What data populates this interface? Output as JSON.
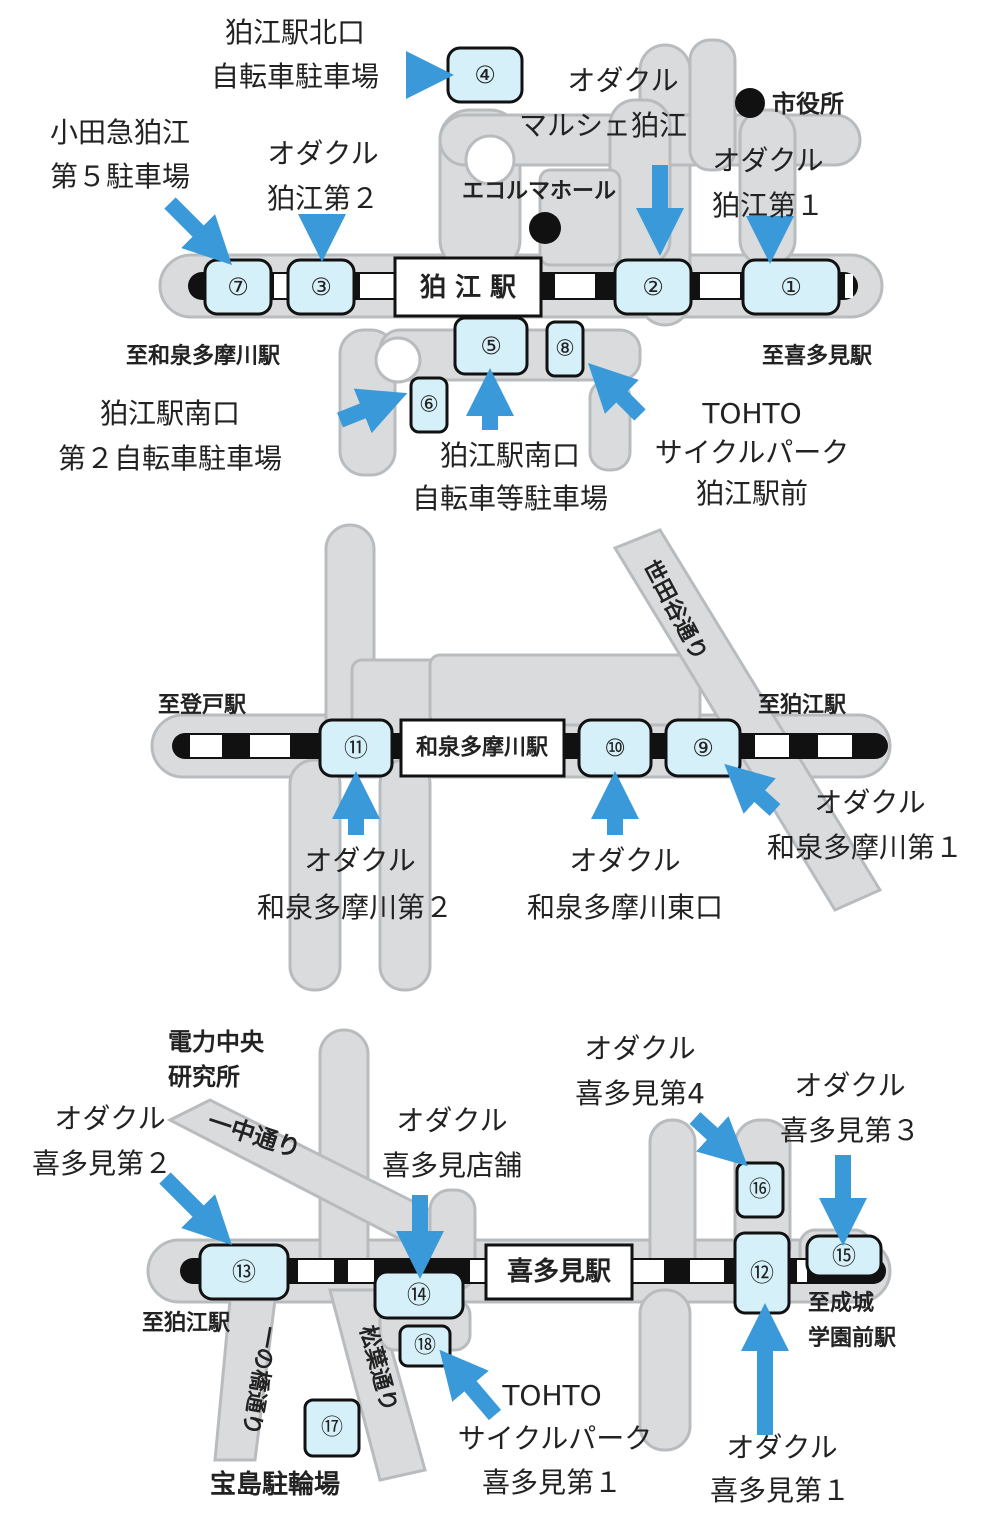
{
  "colors": {
    "road": "#d9dbdd",
    "road_edge": "#b9bcbf",
    "parking_fill": "#d6f0fa",
    "arrow": "#3a9ad9",
    "text": "#222222"
  },
  "oshiroe": {
    "station": "狛 江 駅",
    "direction_left": "至和泉多摩川駅",
    "direction_right": "至喜多見駅",
    "landmark_city_hall": "市役所",
    "landmark_ecole": "エコルマホール",
    "parking": {
      "p1": {
        "num": "①",
        "name1": "オダクル",
        "name2": "狛江第１"
      },
      "p2": {
        "num": "②",
        "name1": "オダクル",
        "name2": "マルシェ狛江"
      },
      "p3": {
        "num": "③",
        "name1": "オダクル",
        "name2": "狛江第２"
      },
      "p4": {
        "num": "④",
        "name1": "狛江駅北口",
        "name2": "自転車駐車場"
      },
      "p5": {
        "num": "⑤",
        "name1": "狛江駅南口",
        "name2": "自転車等駐車場"
      },
      "p6": {
        "num": "⑥",
        "name1": "狛江駅南口",
        "name2": "第２自転車駐車場"
      },
      "p7": {
        "num": "⑦",
        "name1": "小田急狛江",
        "name2": "第５駐車場"
      },
      "p8": {
        "num": "⑧",
        "name1": "TOHTO",
        "name2": "サイクルパーク",
        "name3": "狛江駅前"
      }
    }
  },
  "izumi": {
    "station": "和泉多摩川駅",
    "direction_left": "至登戸駅",
    "direction_right": "至狛江駅",
    "road": "世田谷通り",
    "parking": {
      "p9": {
        "num": "⑨",
        "name1": "オダクル",
        "name2": "和泉多摩川第１"
      },
      "p10": {
        "num": "⑩",
        "name1": "オダクル",
        "name2": "和泉多摩川東口"
      },
      "p11": {
        "num": "⑪",
        "name1": "オダクル",
        "name2": "和泉多摩川第２"
      }
    }
  },
  "kitami": {
    "station": "喜多見駅",
    "direction_left": "至狛江駅",
    "direction_right1": "至成城",
    "direction_right2": "学園前駅",
    "landmark_denryoku1": "電力中央",
    "landmark_denryoku2": "研究所",
    "road_ichu": "一中通り",
    "road_ichinohashi": "一の橋通り",
    "road_matsuba": "松葉通り",
    "parking": {
      "p12": {
        "num": "⑫",
        "name1": "オダクル",
        "name2": "喜多見第１"
      },
      "p13": {
        "num": "⑬",
        "name1": "オダクル",
        "name2": "喜多見第２"
      },
      "p14": {
        "num": "⑭",
        "name1": "オダクル",
        "name2": "喜多見店舗"
      },
      "p15": {
        "num": "⑮",
        "name1": "オダクル",
        "name2": "喜多見第３"
      },
      "p16": {
        "num": "⑯",
        "name1": "オダクル",
        "name2": "喜多見第4"
      },
      "p17": {
        "num": "⑰",
        "name1": "宝島駐輪場"
      },
      "p18": {
        "num": "⑱",
        "name1": "TOHTO",
        "name2": "サイクルパーク",
        "name3": "喜多見第１"
      }
    }
  }
}
